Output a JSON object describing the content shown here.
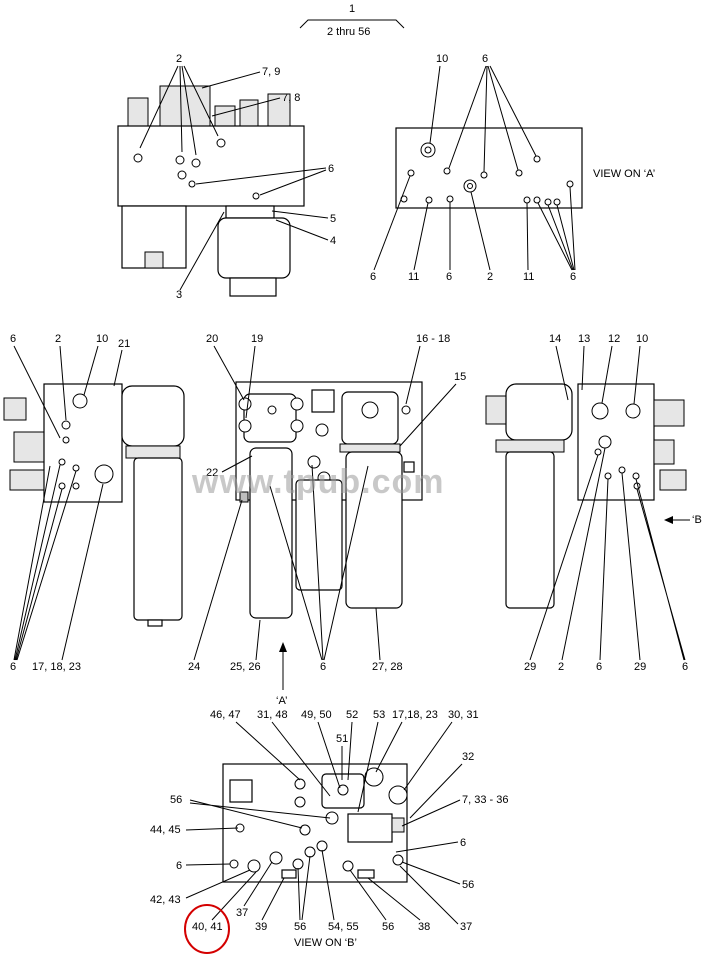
{
  "top": {
    "assembly": "1",
    "range": "2 thru 56"
  },
  "watermark": "www.tpub.com",
  "view_a": {
    "caption": "VIEW ON ‘A’"
  },
  "view_b": {
    "caption": "VIEW ON ‘B’"
  },
  "arrows": {
    "a": "‘A’",
    "b": "‘B"
  },
  "callouts": {
    "top_front": [
      "2",
      "7, 9",
      "7, 8",
      "6",
      "5",
      "4",
      "3"
    ],
    "top_viewA": [
      "10",
      "6",
      "6",
      "11",
      "6",
      "2",
      "11",
      "6"
    ],
    "mid_left": [
      "6",
      "2",
      "10",
      "21",
      "6",
      "17, 18, 23"
    ],
    "mid_center": [
      "20",
      "19",
      "16 - 18",
      "15",
      "22",
      "24",
      "25, 26",
      "6",
      "27, 28"
    ],
    "mid_right": [
      "14",
      "13",
      "12",
      "10",
      "29",
      "2",
      "6",
      "29",
      "6"
    ],
    "bottom": [
      "46, 47",
      "31, 48",
      "49, 50",
      "52",
      "53",
      "17,18, 23",
      "30, 31",
      "51",
      "32",
      "7, 33 - 36",
      "56",
      "44, 45",
      "6",
      "6",
      "42, 43",
      "56",
      "37",
      "39",
      "56",
      "54, 55",
      "56",
      "38",
      "37",
      "40, 41"
    ]
  },
  "highlight": {
    "label": "40, 41",
    "color": "#d40000"
  }
}
